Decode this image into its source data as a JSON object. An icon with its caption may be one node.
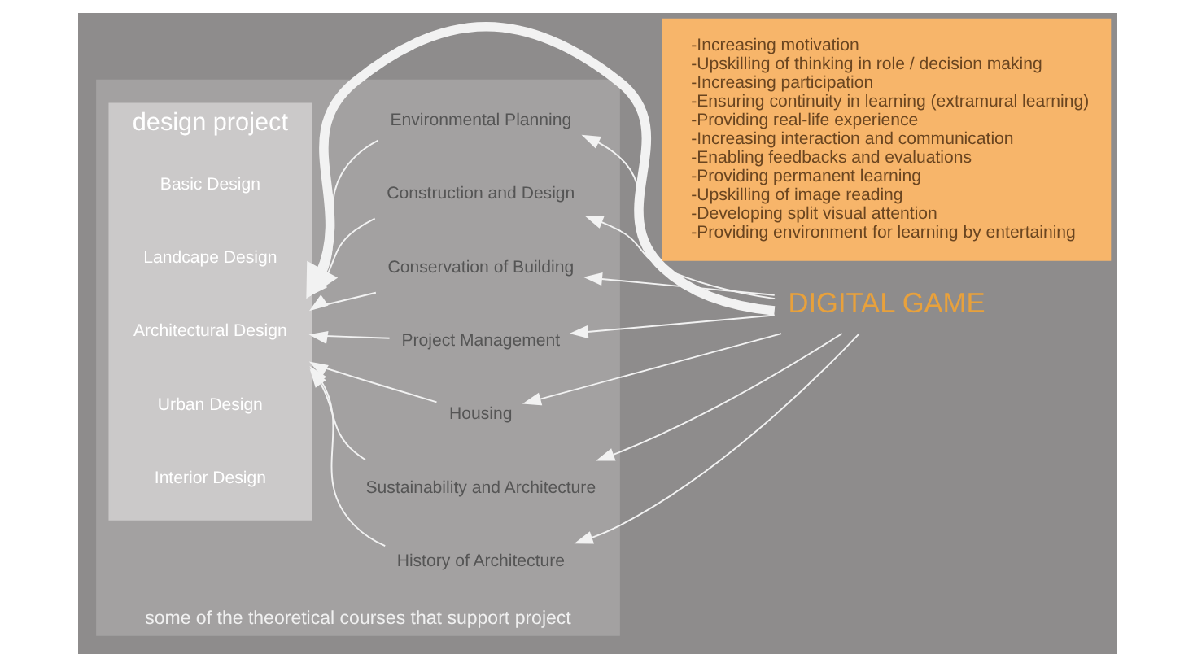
{
  "diagram": {
    "nodes": [
      {
        "text": [
          "some of the theoretical courses that support project"
        ]
      },
      {
        "text": [
          "design project"
        ],
        "in": 0
      },
      {
        "text": [
          "Basic Design"
        ],
        "in": 1
      },
      {
        "text": [
          "Landcape Design"
        ],
        "in": 1
      },
      {
        "text": [
          "Architectural Design"
        ],
        "in": 1
      },
      {
        "text": [
          "Urban Design"
        ],
        "in": 1
      },
      {
        "text": [
          "Interior Design"
        ],
        "in": 1
      },
      {
        "text": [
          "Environmental Planning"
        ],
        "in": 0
      },
      {
        "text": [
          "Construction and Design"
        ],
        "in": 0
      },
      {
        "text": [
          "Conservation of Building"
        ],
        "in": 0
      },
      {
        "text": [
          "Project Management"
        ],
        "in": 0
      },
      {
        "text": [
          "Housing"
        ],
        "in": 0
      },
      {
        "text": [
          "Sustainability and Architecture"
        ],
        "in": 0
      },
      {
        "text": [
          "History of Architecture"
        ],
        "in": 0
      },
      {
        "text": [
          "DIGITAL GAME"
        ]
      },
      {
        "text": [
          "-Increasing motivation",
          "-Upskilling of thinking in role / decision making",
          "-Increasing participation",
          "-Ensuring continuity in learning (extramural learning)",
          "-Providing real-life experience",
          "-Increasing interaction and communication",
          "-Enabling feedbacks and evaluations",
          "-Providing permanent learning",
          "-Upskilling of image reading",
          "-Developing split visual attention",
          "-Providing environment for learning by entertaining"
        ]
      }
    ],
    "edges": [
      {
        "from": 7,
        "to": 1,
        "arrow": "to"
      },
      {
        "from": 8,
        "to": 1,
        "arrow": "to"
      },
      {
        "from": 9,
        "to": 1,
        "arrow": "to"
      },
      {
        "from": 10,
        "to": 1,
        "arrow": "to"
      },
      {
        "from": 11,
        "to": 1,
        "arrow": "to"
      },
      {
        "from": 12,
        "to": 1,
        "arrow": "to"
      },
      {
        "from": 13,
        "to": 1,
        "arrow": "to"
      },
      {
        "from": 14,
        "to": 7,
        "arrow": "to"
      },
      {
        "from": 14,
        "to": 8,
        "arrow": "to"
      },
      {
        "from": 14,
        "to": 9,
        "arrow": "to"
      },
      {
        "from": 14,
        "to": 10,
        "arrow": "to"
      },
      {
        "from": 14,
        "to": 11,
        "arrow": "to"
      },
      {
        "from": 14,
        "to": 12,
        "arrow": "to"
      },
      {
        "from": 14,
        "to": 13,
        "arrow": "to"
      },
      {
        "from": 14,
        "to": 1,
        "arrow": "to",
        "style": "thick"
      }
    ]
  }
}
